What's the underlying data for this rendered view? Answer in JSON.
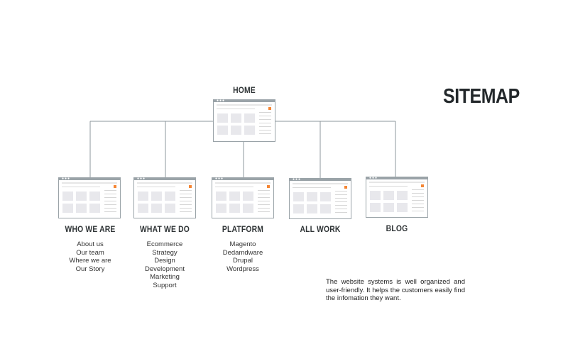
{
  "title": "SITEMAP",
  "description": "The website systems is well organized and user-friendly. It helps the customers easily find the infomation they want.",
  "colors": {
    "frame": "#9aa3a8",
    "accent": "#f58634",
    "lines": "#8e979c"
  },
  "home": {
    "label": "HOME"
  },
  "sections": [
    {
      "label": "WHO WE ARE",
      "items": [
        "About us",
        "Our team",
        "Where we are",
        "Our Story"
      ]
    },
    {
      "label": "WHAT WE DO",
      "items": [
        "Ecommerce",
        "Strategy",
        "Design",
        "Development",
        "Marketing",
        "Support"
      ]
    },
    {
      "label": "PLATFORM",
      "items": [
        "Magento",
        "Dedamdware",
        "Drupal",
        "Wordpress"
      ]
    },
    {
      "label": "ALL WORK",
      "items": []
    },
    {
      "label": "BLOG",
      "items": []
    }
  ]
}
